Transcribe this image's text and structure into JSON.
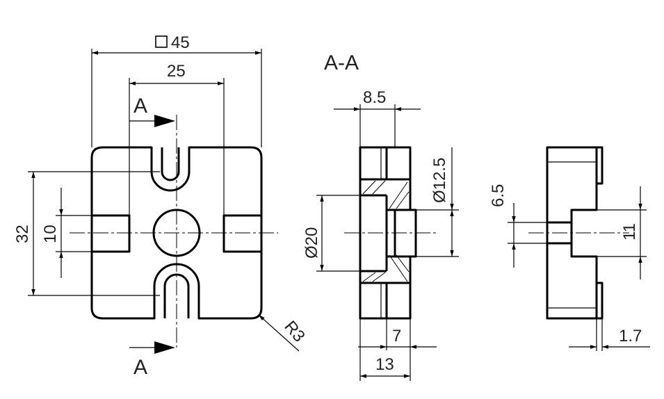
{
  "front_view": {
    "width_label": "45",
    "slot_spacing_label": "25",
    "height_label": "32",
    "pocket_height_label": "10",
    "corner_radius_label": "R3",
    "section_mark_top": "A",
    "section_mark_bottom": "A"
  },
  "section_view": {
    "title": "A-A",
    "top_width_label": "8.5",
    "bore_small_label": "Ø12.5",
    "bore_large_label": "Ø20",
    "step_label": "7",
    "total_width_label": "13"
  },
  "side_view": {
    "slot_label": "6.5",
    "boss_label": "11",
    "lip_label": "1.7"
  }
}
